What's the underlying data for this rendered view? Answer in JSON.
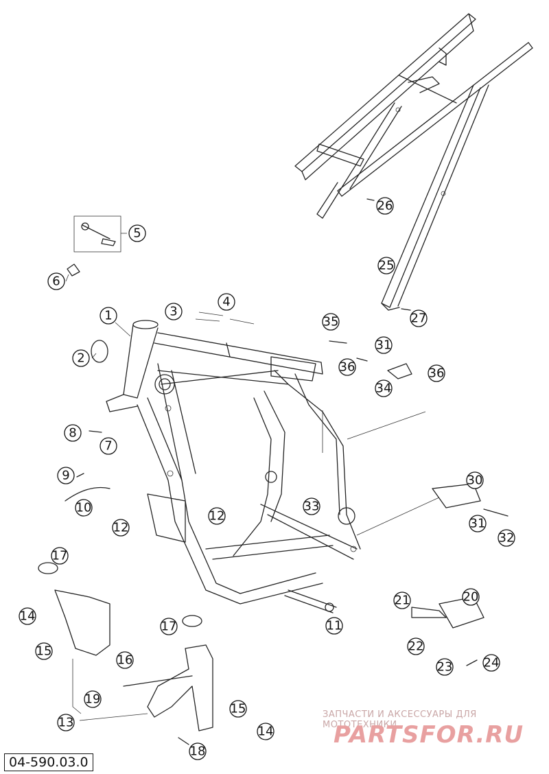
{
  "diagram": {
    "document_code": "04-590.03.0",
    "callouts": [
      "1",
      "2",
      "3",
      "4",
      "5",
      "6",
      "7",
      "8",
      "9",
      "10",
      "11",
      "12",
      "12",
      "13",
      "14",
      "14",
      "15",
      "15",
      "16",
      "17",
      "17",
      "18",
      "19",
      "20",
      "21",
      "22",
      "23",
      "24",
      "25",
      "26",
      "27",
      "30",
      "31",
      "31",
      "32",
      "33",
      "34",
      "35",
      "36",
      "36"
    ]
  },
  "watermark": {
    "caption": "ЗАПЧАСТИ И АКСЕССУАРЫ ДЛЯ МОТОТЕХНИКИ",
    "logo_text": "PARTSFOR.RU",
    "color": "#e8a0a0"
  }
}
